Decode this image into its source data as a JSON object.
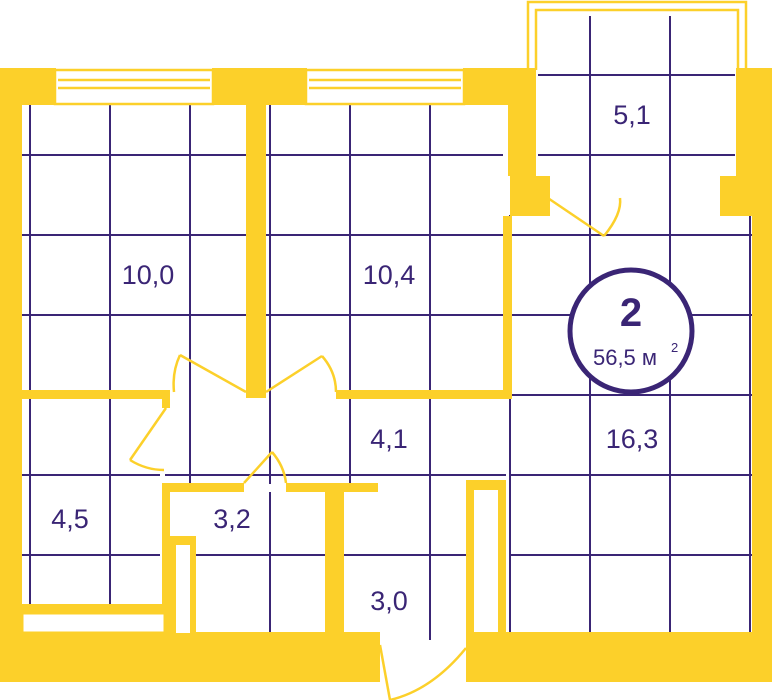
{
  "apartment": {
    "rooms": "2",
    "total_area": "56,5 м",
    "total_area_unit_sup": "2"
  },
  "room_areas": {
    "bedroom_left": "10,0",
    "bedroom_middle": "10,4",
    "balcony": "5,1",
    "hallway": "4,1",
    "living_kitchen": "16,3",
    "wardrobe": "4,5",
    "bathroom": "3,2",
    "toilet": "3,0"
  },
  "colors": {
    "wall": "#fcd02a",
    "grid": "#3a2575",
    "text": "#3a2575",
    "background": "#ffffff"
  }
}
